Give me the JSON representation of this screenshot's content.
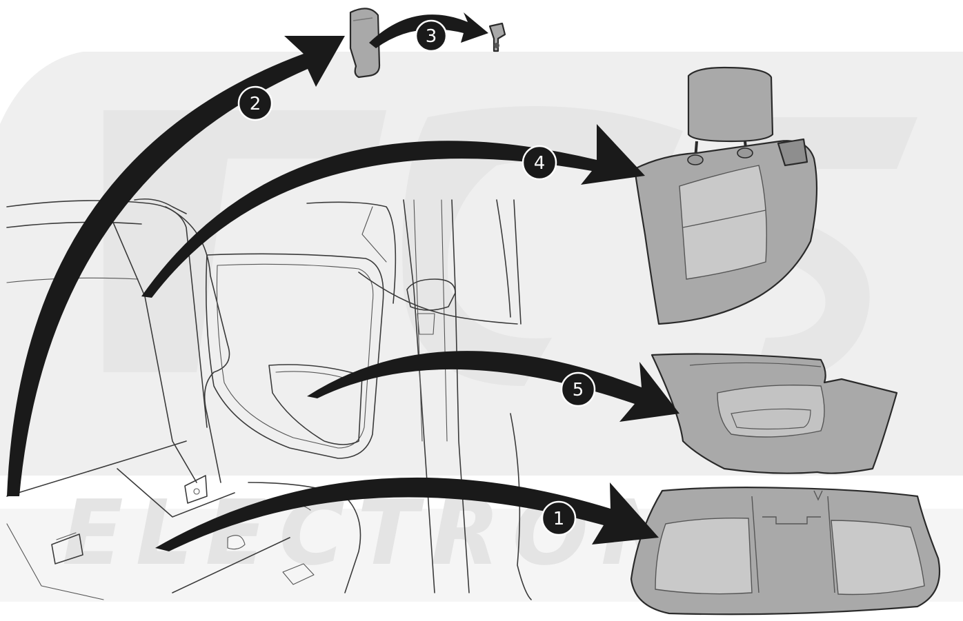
{
  "watermark": {
    "word": "ELECTRONICS",
    "band_color": "#efefef",
    "text_color": "#e4e4e4"
  },
  "colors": {
    "arrow": "#1a1a1a",
    "part_fill": "#a9a9a9",
    "part_light": "#c9c9c9",
    "badge": "#1a1a1a"
  },
  "steps": [
    {
      "label": "1",
      "part": "rear-seat-cushion"
    },
    {
      "label": "2",
      "part": "seat-hinge-cover"
    },
    {
      "label": "3",
      "part": "hinge-clip"
    },
    {
      "label": "4",
      "part": "rear-seat-backrest"
    },
    {
      "label": "5",
      "part": "rear-side-trim-panel"
    }
  ]
}
